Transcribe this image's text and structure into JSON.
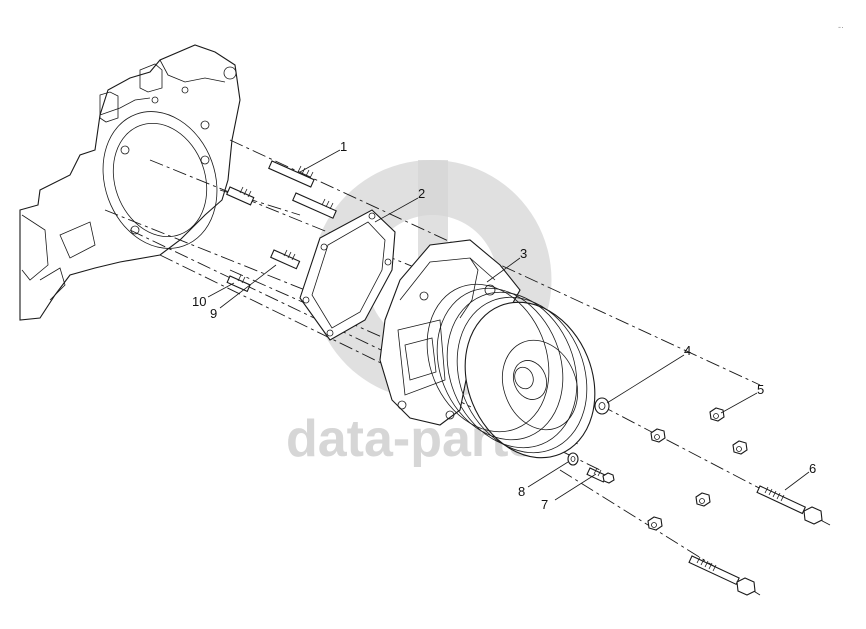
{
  "watermark": {
    "text": "data-parts",
    "color": "#cfcfcf"
  },
  "corner_mark": "-·",
  "callouts": [
    {
      "number": "1"
    },
    {
      "number": "2"
    },
    {
      "number": "3"
    },
    {
      "number": "4"
    },
    {
      "number": "5"
    },
    {
      "number": "6"
    },
    {
      "number": "7"
    },
    {
      "number": "8"
    },
    {
      "number": "9"
    },
    {
      "number": "10"
    }
  ]
}
